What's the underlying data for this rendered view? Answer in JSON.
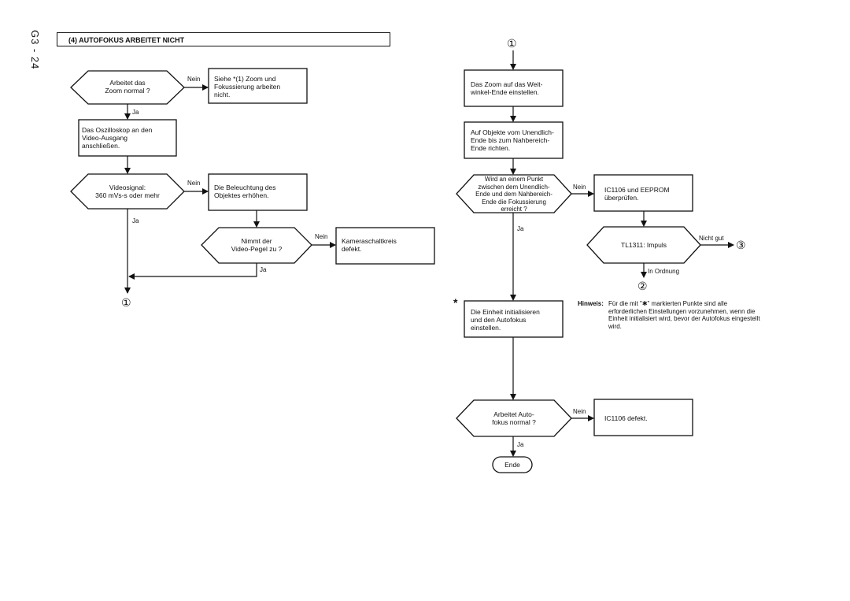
{
  "page_number": "G3 - 24",
  "title": "(4) AUTOFOKUS ARBEITET NICHT",
  "nodes": {
    "zoom_q": "Arbeitet das\nZoom normal ?",
    "siehe": "Siehe *(1) Zoom und\nFokussierung arbeiten\nnicht.",
    "oszi": "Das Oszilloskop an den\nVideo-Ausgang\nanschließen.",
    "video_q": "Videosignal:\n360 mVs-s oder mehr",
    "beleuchtung": "Die Beleuchtung des\nObjektes erhöhen.",
    "pegel_q": "Nimmt der\nVideo-Pegel zu ?",
    "kamera": "Kameraschaltkreis\ndefekt.",
    "weitwinkel": "Das Zoom auf das Weit-\nwinkel-Ende einstellen.",
    "objekte": "Auf Objekte vom Unendlich-\nEnde bis zum Nahbereich-\nEnde richten.",
    "punkt_q": "Wird an einem Punkt\nzwischen dem Unendlich-\nEnde und dem Nahbereich-\nEnde die Fokussierung\nerreicht ?",
    "ic_eeprom": "IC1106 und EEPROM\nüberprüfen.",
    "tl1311": "TL1311: Impuls",
    "initialisieren": "Die Einheit initialisieren\nund den Autofokus\neinstellen.",
    "autofokus_q": "Arbeitet Auto-\nfokus normal ?",
    "ic_defekt": "IC1106 defekt.",
    "ende": "Ende"
  },
  "edge_labels": {
    "nein1": "Nein",
    "ja1": "Ja",
    "nein2": "Nein",
    "ja2": "Ja",
    "nein3": "Nein",
    "ja3": "Ja",
    "nein4": "Nein",
    "ja4": "Ja",
    "nicht_gut": "Nicht gut",
    "in_ordnung": "In Ordnung",
    "nein5": "Nein",
    "ja5": "Ja"
  },
  "connectors": {
    "c1_left": "①",
    "c1_right": "①",
    "c2": "②",
    "c3": "③"
  },
  "star": "*",
  "hint": {
    "label": "Hinweis:",
    "text": "Für die mit \"✱\" markierten Punkte sind alle erforderlichen Einstellungen vorzunehmen, wenn die Einheit initialisiert wird, bevor der Autofokus eingestellt wird."
  }
}
